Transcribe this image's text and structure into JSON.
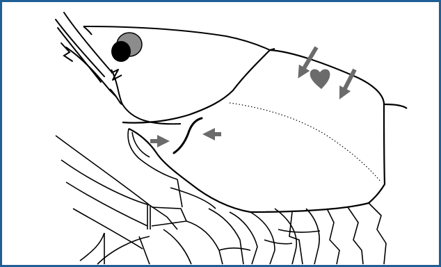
{
  "figure": {
    "subject": "crustacean-carapace-line-drawing",
    "colors": {
      "frame_border": "#1f5f96",
      "outline": "#000000",
      "arrow": "#6b6b6b",
      "heart_mark": "#6b6b6b",
      "eye_outer": "#8c8c8c",
      "eye_inner": "#000000",
      "fill": "#ffffff"
    },
    "annotations": {
      "arrows": [
        "heart-arrow-left",
        "heart-arrow-right",
        "groove-arrow-left",
        "groove-arrow-right"
      ],
      "marks": [
        "heart-shape"
      ]
    }
  }
}
